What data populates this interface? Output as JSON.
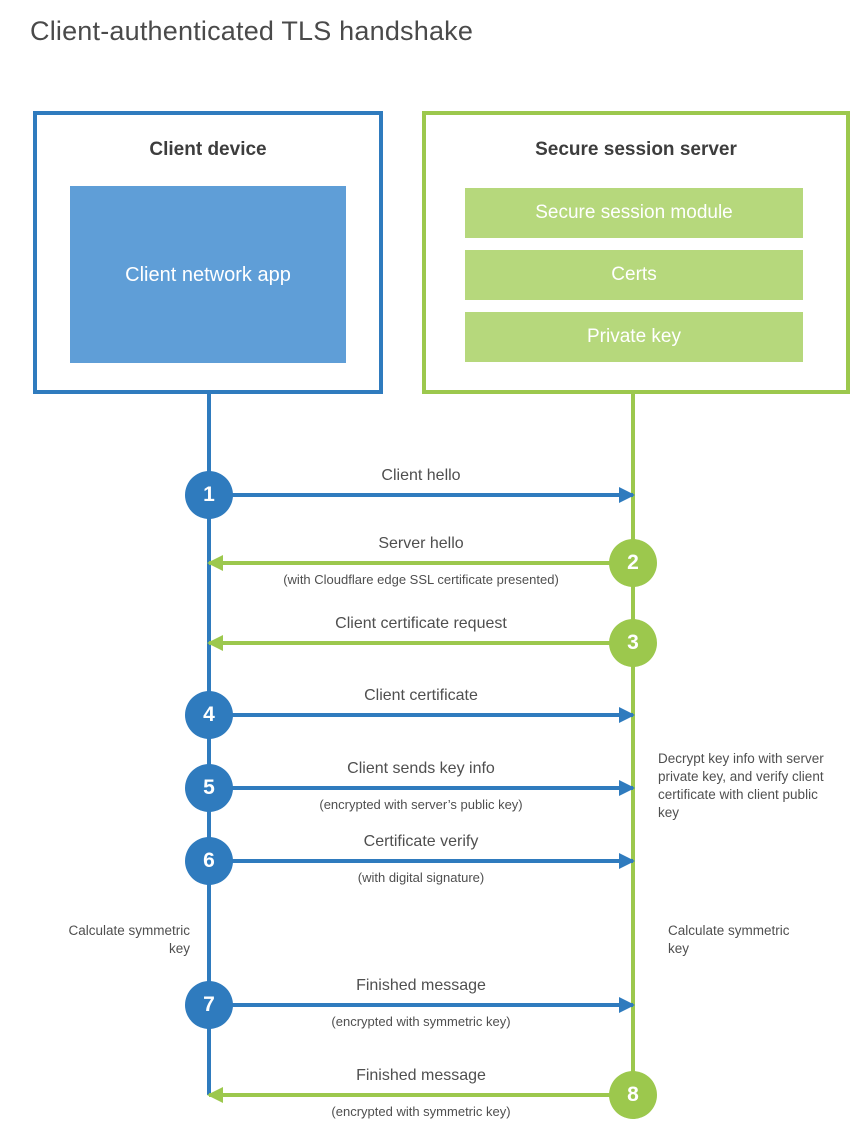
{
  "title": "Client-authenticated TLS handshake",
  "colors": {
    "client_blue": "#2f7bbe",
    "client_blue_light": "#5f9ed7",
    "server_green": "#9cc84d",
    "server_green_light": "#b6d87c",
    "text_dark": "#3d3d3d",
    "text_gray": "#4f4f4f"
  },
  "client": {
    "title": "Client device",
    "module": "Client network app"
  },
  "server": {
    "title": "Secure session server",
    "modules": [
      "Secure session module",
      "Certs",
      "Private key"
    ]
  },
  "messages": [
    {
      "step": "1",
      "label": "Client hello",
      "note": "",
      "from": "client"
    },
    {
      "step": "2",
      "label": "Server hello",
      "note": "(with Cloudflare edge SSL certificate presented)",
      "from": "server"
    },
    {
      "step": "3",
      "label": "Client certificate request",
      "note": "",
      "from": "server"
    },
    {
      "step": "4",
      "label": "Client certificate",
      "note": "",
      "from": "client"
    },
    {
      "step": "5",
      "label": "Client sends key info",
      "note": "(encrypted with server’s public key)",
      "from": "client"
    },
    {
      "step": "6",
      "label": "Certificate verify",
      "note": "(with digital signature)",
      "from": "client"
    },
    {
      "step": "7",
      "label": "Finished message",
      "note": "(encrypted with symmetric key)",
      "from": "client"
    },
    {
      "step": "8",
      "label": "Finished message",
      "note": "(encrypted with symmetric key)",
      "from": "server"
    }
  ],
  "annotations": {
    "decrypt_note": "Decrypt key info with server private key, and verify client certificate with client public key",
    "calculate_left": "Calculate symmetric key",
    "calculate_right": "Calculate symmetric key"
  }
}
